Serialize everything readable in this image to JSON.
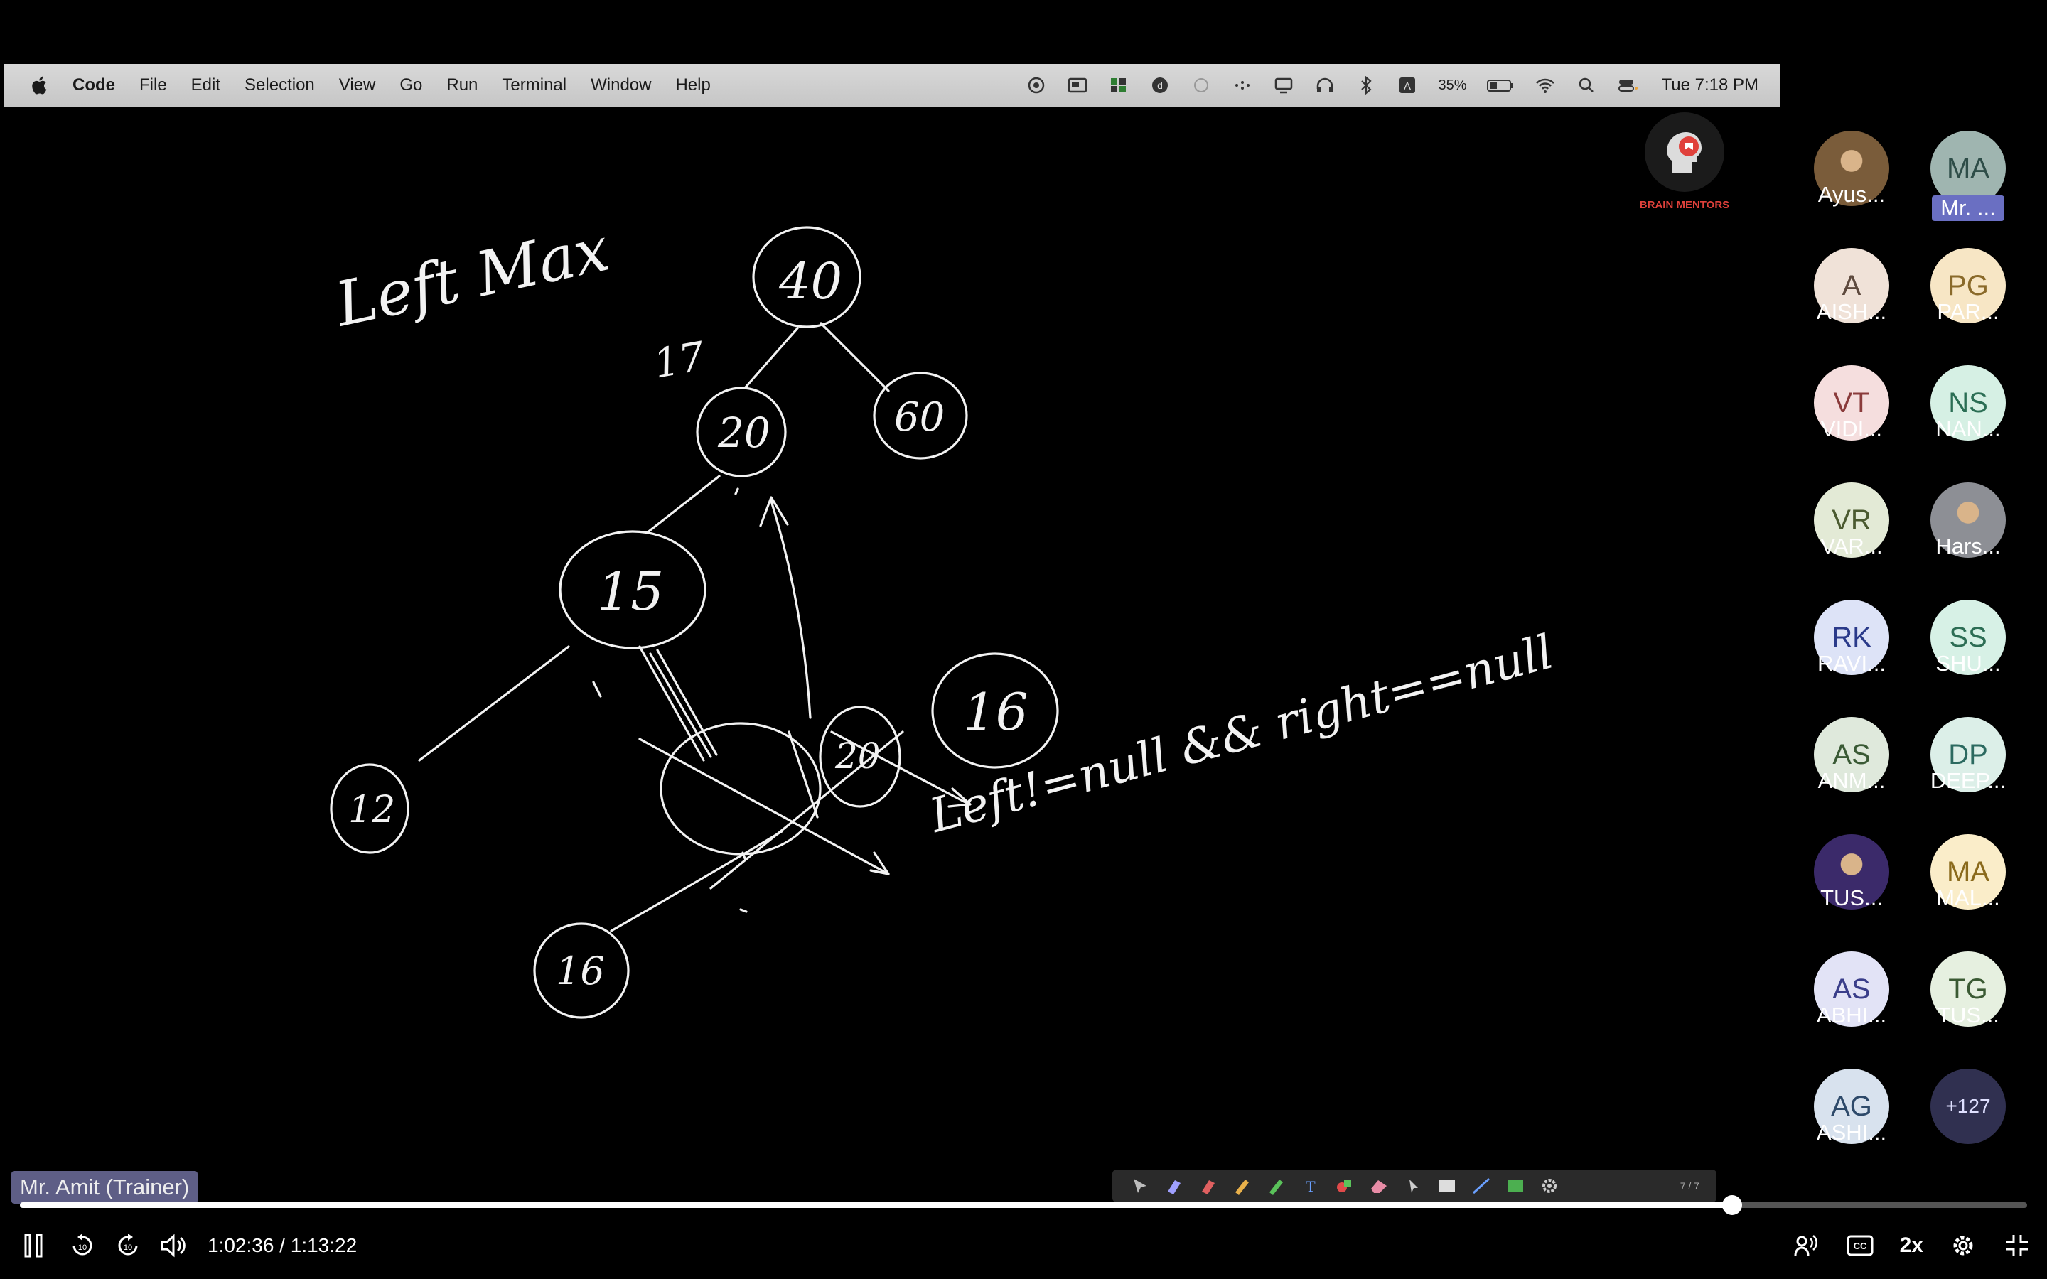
{
  "menubar": {
    "app": "Code",
    "items": [
      "File",
      "Edit",
      "Selection",
      "View",
      "Go",
      "Run",
      "Terminal",
      "Window",
      "Help"
    ],
    "battery": "35%",
    "clock": "Tue 7:18 PM"
  },
  "board": {
    "heading": "Left Max",
    "nodes": [
      "40",
      "20",
      "60",
      "15",
      "12",
      "16",
      "20",
      "16"
    ],
    "note_17": "17",
    "condition": "Left!=null && right==null"
  },
  "logo": {
    "label": "BRAIN MENTORS"
  },
  "participants": [
    {
      "initials": "",
      "name": "Ayus...",
      "photo": true,
      "bg": "#7a5c3a",
      "fg": "#fff"
    },
    {
      "initials": "MA",
      "name": "Mr. ...",
      "highlight": true,
      "bg": "#9fb5b0",
      "fg": "#2e4d48"
    },
    {
      "initials": "A",
      "name": "AISH...",
      "bg": "#f0e2d8",
      "fg": "#5e4a3e"
    },
    {
      "initials": "PG",
      "name": "PAR...",
      "bg": "#f7e6c5",
      "fg": "#8a6a2a"
    },
    {
      "initials": "VT",
      "name": "VIDI...",
      "bg": "#f5dede",
      "fg": "#8a3b3b"
    },
    {
      "initials": "NS",
      "name": "NAN...",
      "bg": "#d6f0e4",
      "fg": "#2b6e54"
    },
    {
      "initials": "VR",
      "name": "VAR...",
      "bg": "#e3ead6",
      "fg": "#4b5a30"
    },
    {
      "initials": "",
      "name": "Hars...",
      "photo": true,
      "bg": "#8d8f95",
      "fg": "#fff"
    },
    {
      "initials": "RK",
      "name": "RAVI...",
      "bg": "#dde3f7",
      "fg": "#2a3a8a"
    },
    {
      "initials": "SS",
      "name": "SHU...",
      "bg": "#d7f1e6",
      "fg": "#2d6e55"
    },
    {
      "initials": "AS",
      "name": "ANM...",
      "bg": "#dfe9dc",
      "fg": "#3a5a35"
    },
    {
      "initials": "DP",
      "name": "DEEP...",
      "bg": "#dcefe8",
      "fg": "#2c6a60"
    },
    {
      "initials": "",
      "name": "TUS...",
      "photo": true,
      "bg": "#3b2a6a",
      "fg": "#fff"
    },
    {
      "initials": "MA",
      "name": "MAL...",
      "bg": "#faedc9",
      "fg": "#8a6a1c"
    },
    {
      "initials": "AS",
      "name": "ABHI...",
      "bg": "#e2e3f6",
      "fg": "#3a3e8a"
    },
    {
      "initials": "TG",
      "name": "TUS...",
      "bg": "#e6f0e0",
      "fg": "#3a5a33"
    },
    {
      "initials": "AG",
      "name": "ASHI...",
      "bg": "#d8e2ee",
      "fg": "#2e4a6a"
    },
    {
      "initials": "+127",
      "name": "",
      "more": true,
      "bg": "#303050",
      "fg": "#dfe0ff"
    }
  ],
  "trainer_label": "Mr. Amit (Trainer)",
  "annot_counter": "7 / 7",
  "player": {
    "time": "1:02:36 / 1:13:22",
    "progress": 0.853,
    "speed": "2x"
  }
}
